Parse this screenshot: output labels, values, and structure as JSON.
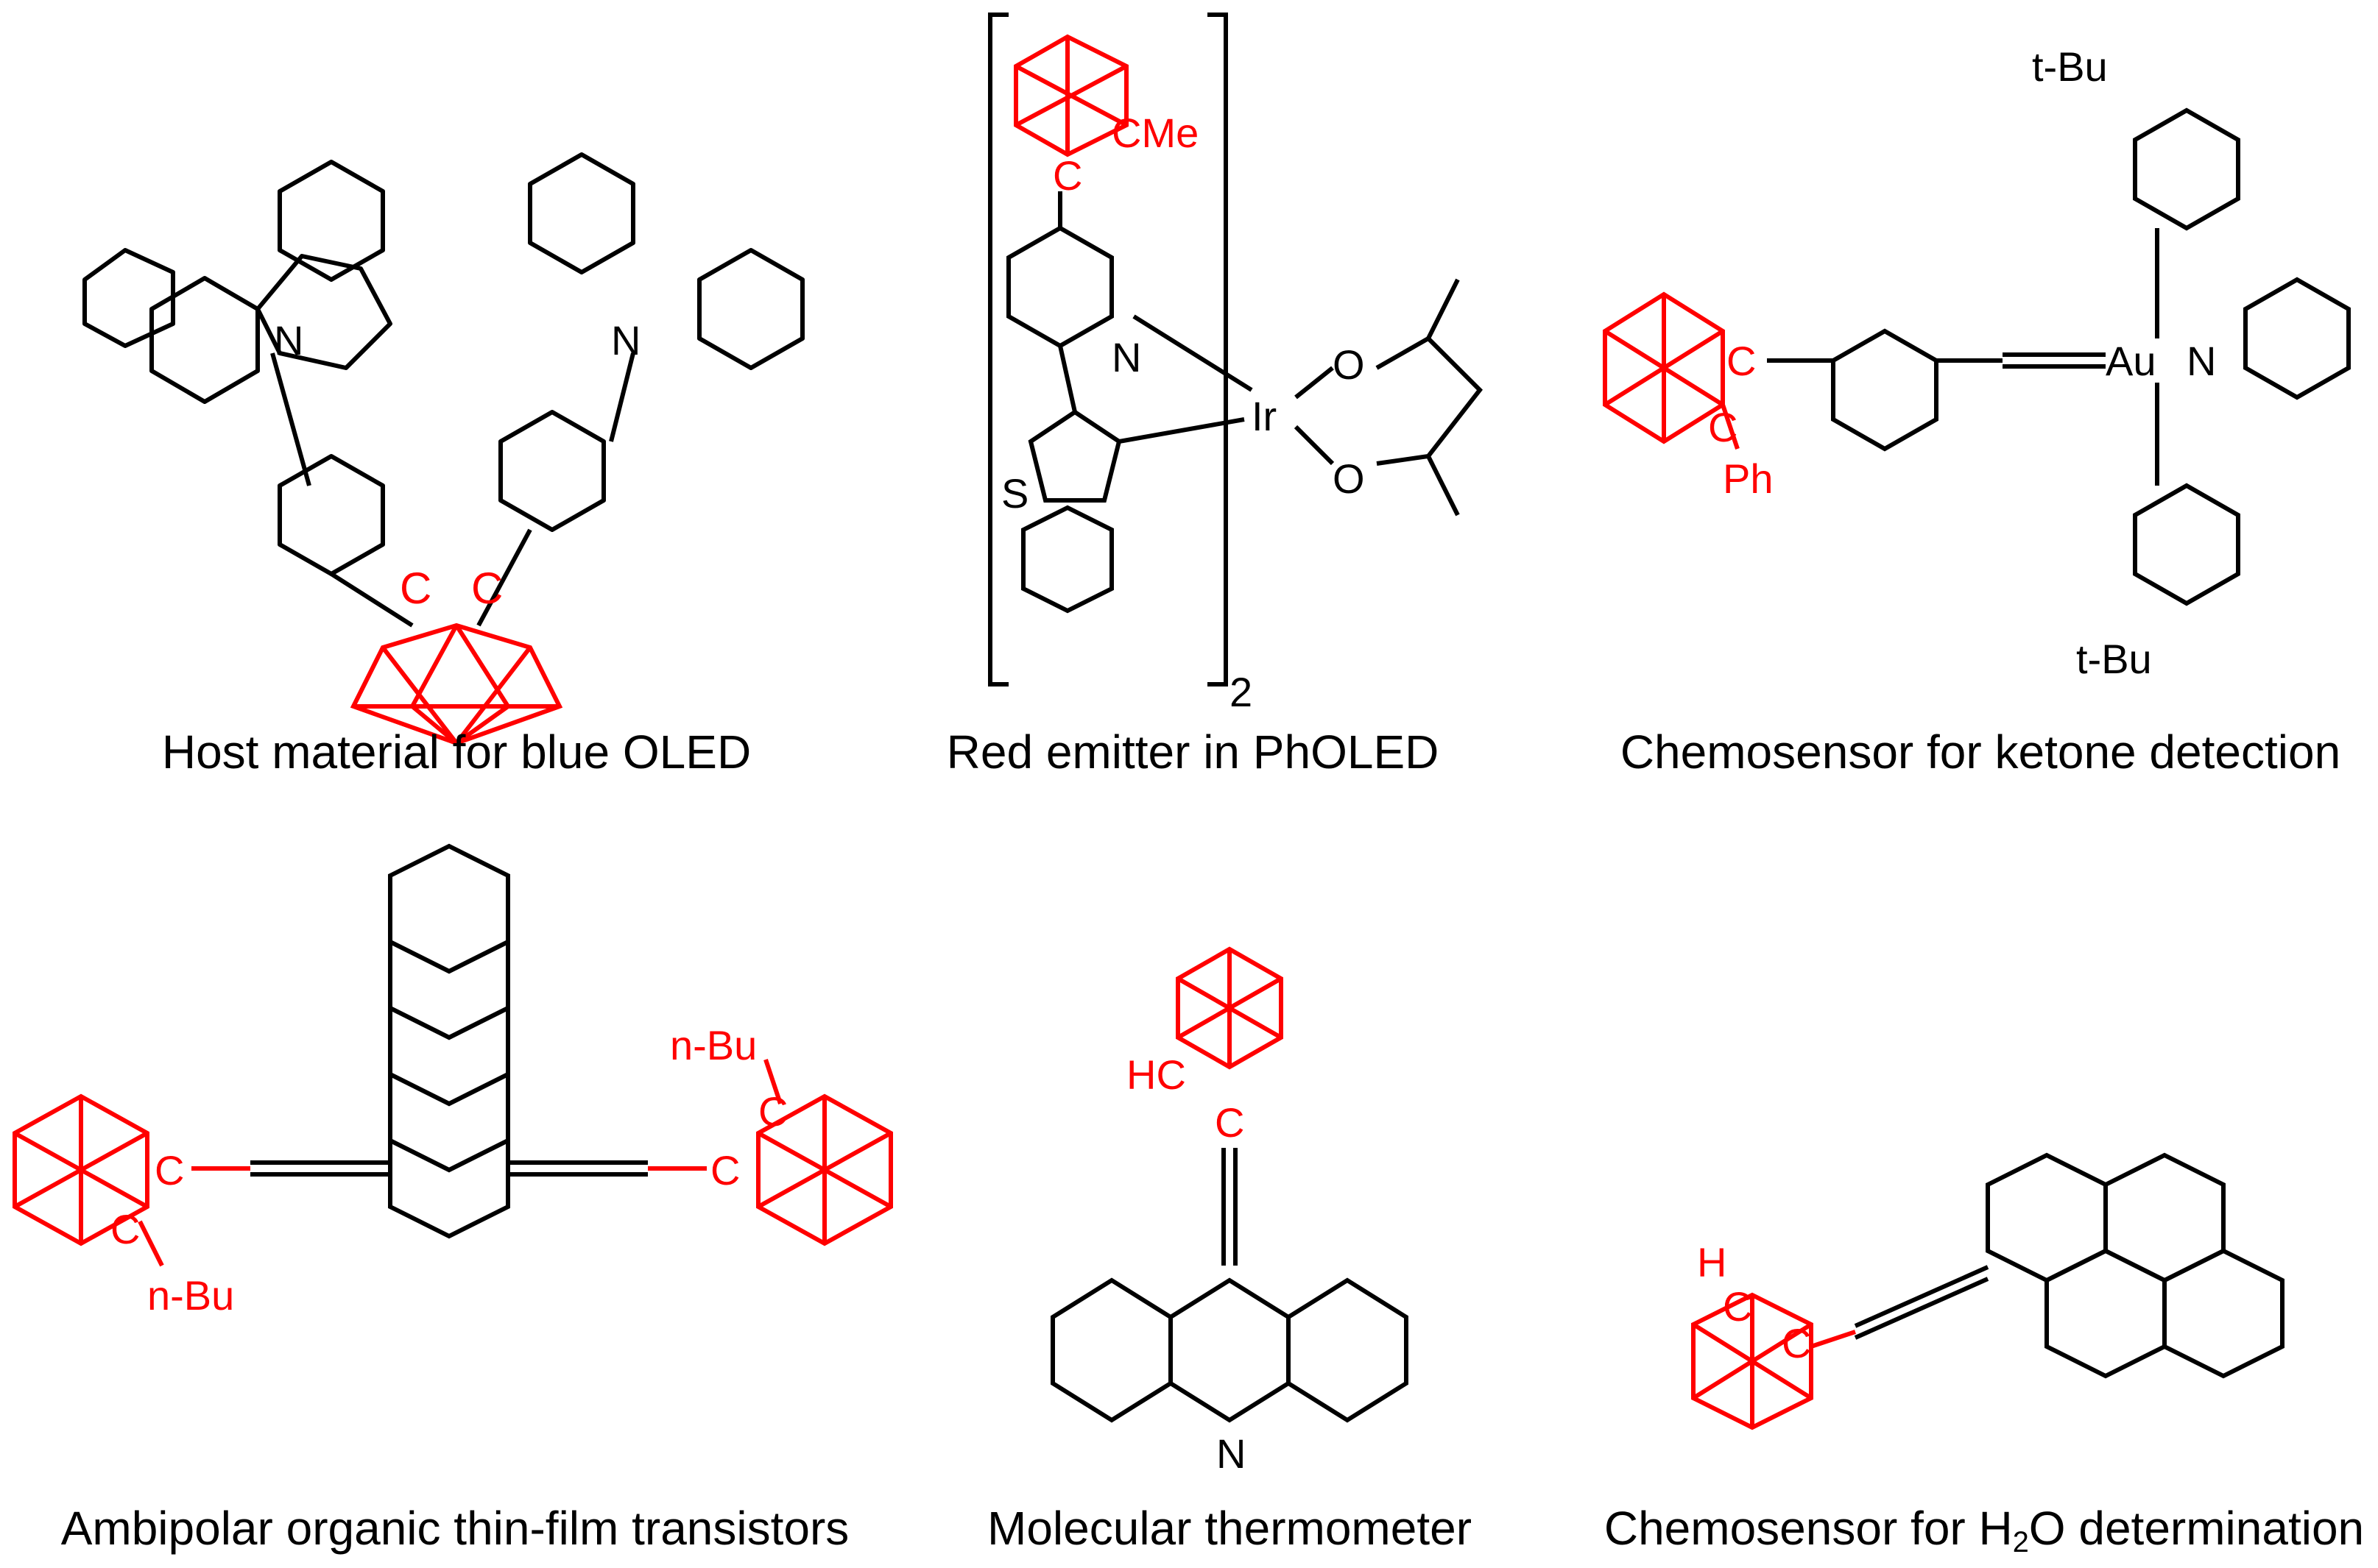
{
  "colors": {
    "carborane": "#ff0000",
    "ink": "#000000",
    "background": "#ffffff"
  },
  "panels": [
    {
      "id": "host-material",
      "caption": "Host material for blue OLED",
      "atom_labels": {
        "n_left": "N",
        "n_right": "N",
        "c1": "C",
        "c2": "C"
      }
    },
    {
      "id": "red-emitter",
      "caption": "Red emitter in PhOLED",
      "atom_labels": {
        "cme": "CMe",
        "c": "C",
        "n": "N",
        "ir": "Ir",
        "s": "S",
        "o1": "O",
        "o2": "O",
        "subscript": "2"
      }
    },
    {
      "id": "ketone-sensor",
      "caption": "Chemosensor for ketone detection",
      "atom_labels": {
        "c1": "C",
        "c2": "C",
        "ph": "Ph",
        "au": "Au",
        "n": "N",
        "tbu_top": "t-Bu",
        "tbu_bottom": "t-Bu"
      }
    },
    {
      "id": "tft",
      "caption": "Ambipolar organic thin-film transistors",
      "atom_labels": {
        "c_left": "C",
        "c_left2": "C",
        "nbu_left": "n-Bu",
        "c_right": "C",
        "c_right2": "C",
        "nbu_right": "n-Bu"
      }
    },
    {
      "id": "thermometer",
      "caption": "Molecular thermometer",
      "atom_labels": {
        "hc": "HC",
        "c": "C",
        "n": "N"
      }
    },
    {
      "id": "water-sensor",
      "caption_prefix": "Chemosensor for H",
      "caption_sub": "2",
      "caption_suffix": "O determination",
      "atom_labels": {
        "h": "H",
        "c1": "C",
        "c2": "C"
      }
    }
  ]
}
